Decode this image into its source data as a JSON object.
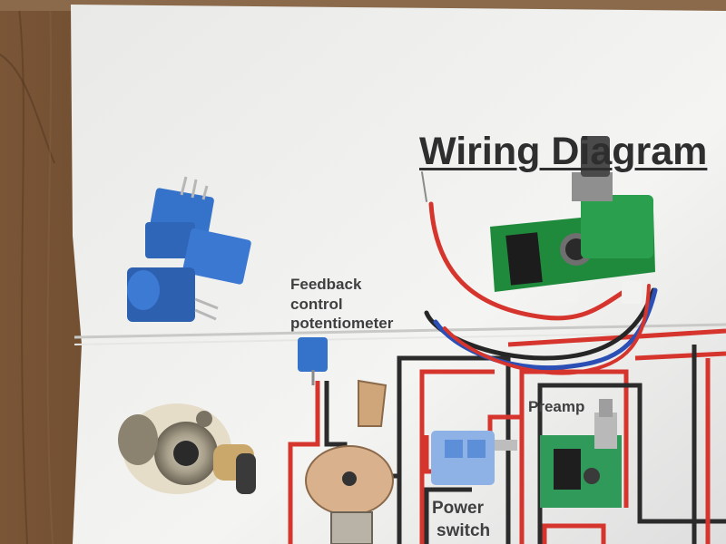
{
  "diagram": {
    "title": "Wiring Diagram",
    "feedback_label": [
      "Feedback",
      "control",
      "potentiometer"
    ],
    "preamp_label": "Preamp",
    "power_label": [
      "Power",
      "switch"
    ]
  },
  "colors": {
    "table": "#6b4a2f",
    "paper": "#f1f1ef",
    "wire_red": "#d6352e",
    "wire_black": "#262626",
    "wire_blue": "#2b4fb5",
    "pcb_green": "#1f8a3c",
    "trimmer_blue": "#3572c9"
  },
  "objects": [
    "wooden-table",
    "paper-sheet",
    "trimmer-potentiometers",
    "audio-jack",
    "preamp-board",
    "wires",
    "power-switch"
  ]
}
